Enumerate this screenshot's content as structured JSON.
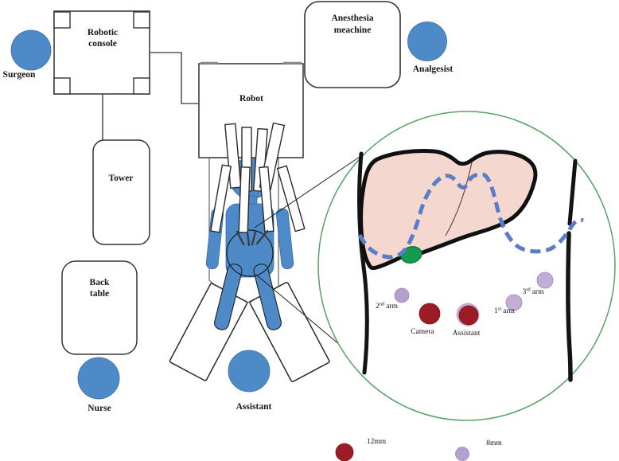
{
  "figure": {
    "description": "Operating room setup for robotic liver surgery with magnified trocar placement inset"
  },
  "colors": {
    "person_blue": "#4d8ac7",
    "port_red": "#9b1c25",
    "port_purple": "#b4a0cc",
    "port_purple_light": "#c2add6",
    "liver_pink": "#f4d8d0",
    "gallbladder_green": "#169a4e",
    "costal_dash_blue": "#5b7dc7",
    "inset_circle_green": "#54a364"
  },
  "room": {
    "console": {
      "lines": [
        "Robotic",
        "console"
      ]
    },
    "surgeon": {
      "label": "Surgeon"
    },
    "tower": {
      "label": "Tower"
    },
    "back_table": {
      "lines": [
        "Back",
        "table"
      ]
    },
    "nurse": {
      "label": "Nurse"
    },
    "robot": {
      "label": "Robot"
    },
    "anesthesia_machine": {
      "lines": [
        "Anesthesia",
        "meachine"
      ]
    },
    "analgesist": {
      "label": "Analgesist"
    },
    "assistant": {
      "label": "Assistant"
    }
  },
  "inset": {
    "ports": {
      "arm2": {
        "num": "2",
        "sup": "nd",
        "word": "arm"
      },
      "camera": {
        "label": "Camera"
      },
      "assistant": {
        "label": "Assistant"
      },
      "arm1": {
        "num": "1",
        "sup": "st",
        "word": "arm"
      },
      "arm3": {
        "num": "3",
        "sup": "rd",
        "word": "arm"
      }
    }
  },
  "legend": {
    "size12": {
      "label": "12mm"
    },
    "size8": {
      "label": "8mm"
    }
  }
}
